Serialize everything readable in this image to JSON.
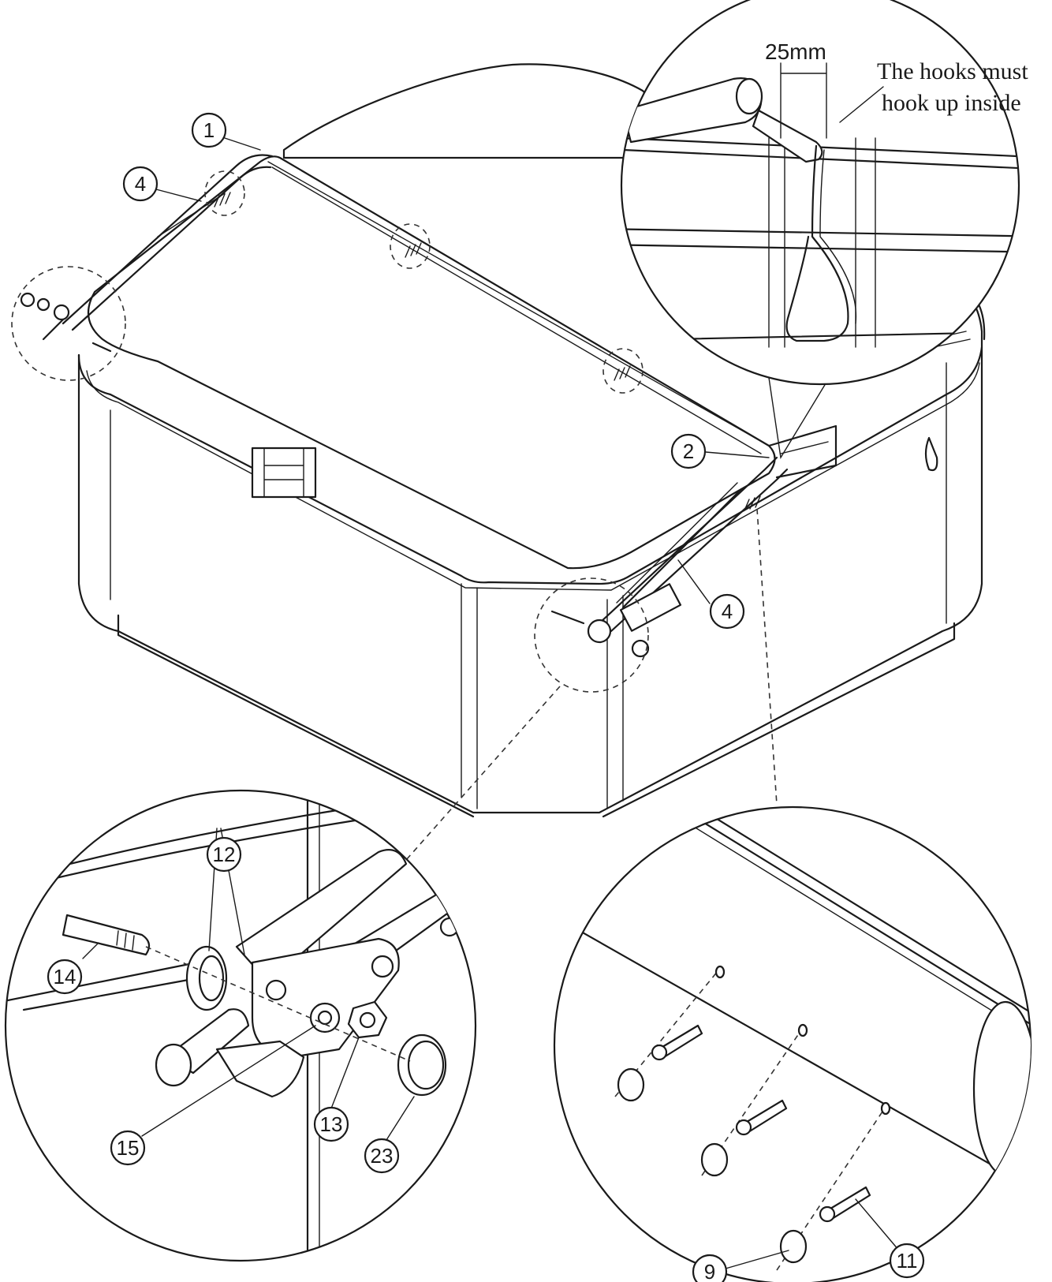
{
  "callouts": {
    "c1": "1",
    "c2": "2",
    "c4a": "4",
    "c4b": "4",
    "c9": "9",
    "c11": "11",
    "c12": "12",
    "c13": "13",
    "c14": "14",
    "c15": "15",
    "c23": "23"
  },
  "detail_top": {
    "dimension": "25mm",
    "note_line1": "The hooks must",
    "note_line2": "hook up inside"
  }
}
